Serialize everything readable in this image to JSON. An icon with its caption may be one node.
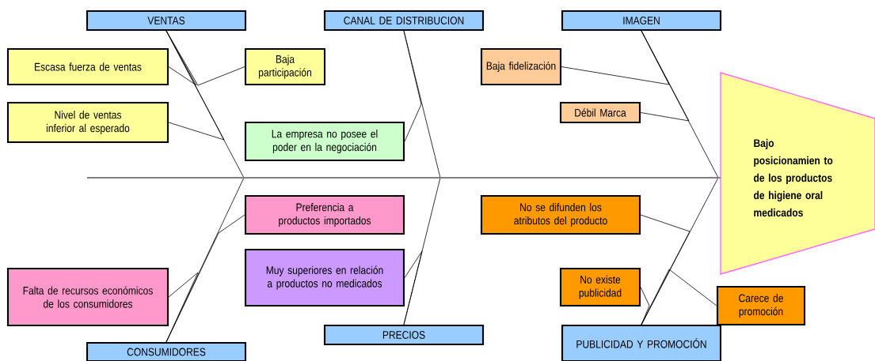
{
  "diagram": {
    "nodes": [
      {
        "text": [
          "VENTAS"
        ]
      },
      {
        "text": [
          "CANAL DE DISTRIBUCION"
        ]
      },
      {
        "text": [
          "IMAGEN"
        ]
      },
      {
        "text": [
          "CONSUMIDORES"
        ]
      },
      {
        "text": [
          "PRECIOS"
        ]
      },
      {
        "text": [
          "PUBLICIDAD Y PROMOCIÓN"
        ]
      },
      {
        "text": [
          "Escasa fuerza de ventas"
        ]
      },
      {
        "text": [
          "Baja participación"
        ]
      },
      {
        "text": [
          "Nivel de ventas inferior al esperado"
        ]
      },
      {
        "text": [
          "La empresa no posee el poder en la negociación"
        ]
      },
      {
        "text": [
          "Baja fidelización"
        ]
      },
      {
        "text": [
          "Débil Marca"
        ]
      },
      {
        "text": [
          "Preferencia a productos importados"
        ]
      },
      {
        "text": [
          "Muy superiores en relación a productos no medicados"
        ]
      },
      {
        "text": [
          "Falta de recursos económicos de los consumidores"
        ]
      },
      {
        "text": [
          "No se difunden los atributos del producto"
        ]
      },
      {
        "text": [
          "No existe publicidad"
        ]
      },
      {
        "text": [
          "Carece de promoción"
        ]
      },
      {
        "text": [
          "Bajo posicionamien to de los productos de higiene oral medicados"
        ]
      }
    ],
    "edges": [
      {
        "from": 0,
        "to": 18,
        "arrow": "none"
      },
      {
        "from": 1,
        "to": 18,
        "arrow": "none"
      },
      {
        "from": 2,
        "to": 18,
        "arrow": "none"
      },
      {
        "from": 3,
        "to": 18,
        "arrow": "none"
      },
      {
        "from": 4,
        "to": 18,
        "arrow": "none"
      },
      {
        "from": 5,
        "to": 18,
        "arrow": "none"
      },
      {
        "from": 6,
        "to": 0,
        "arrow": "none"
      },
      {
        "from": 7,
        "to": 0,
        "arrow": "none"
      },
      {
        "from": 8,
        "to": 0,
        "arrow": "none"
      },
      {
        "from": 9,
        "to": 1,
        "arrow": "none"
      },
      {
        "from": 10,
        "to": 2,
        "arrow": "none"
      },
      {
        "from": 11,
        "to": 2,
        "arrow": "none"
      },
      {
        "from": 12,
        "to": 3,
        "arrow": "none"
      },
      {
        "from": 13,
        "to": 4,
        "arrow": "none"
      },
      {
        "from": 14,
        "to": 3,
        "arrow": "none"
      },
      {
        "from": 15,
        "to": 5,
        "arrow": "none"
      },
      {
        "from": 16,
        "to": 5,
        "arrow": "none"
      },
      {
        "from": 17,
        "to": 5,
        "arrow": "none"
      }
    ]
  }
}
